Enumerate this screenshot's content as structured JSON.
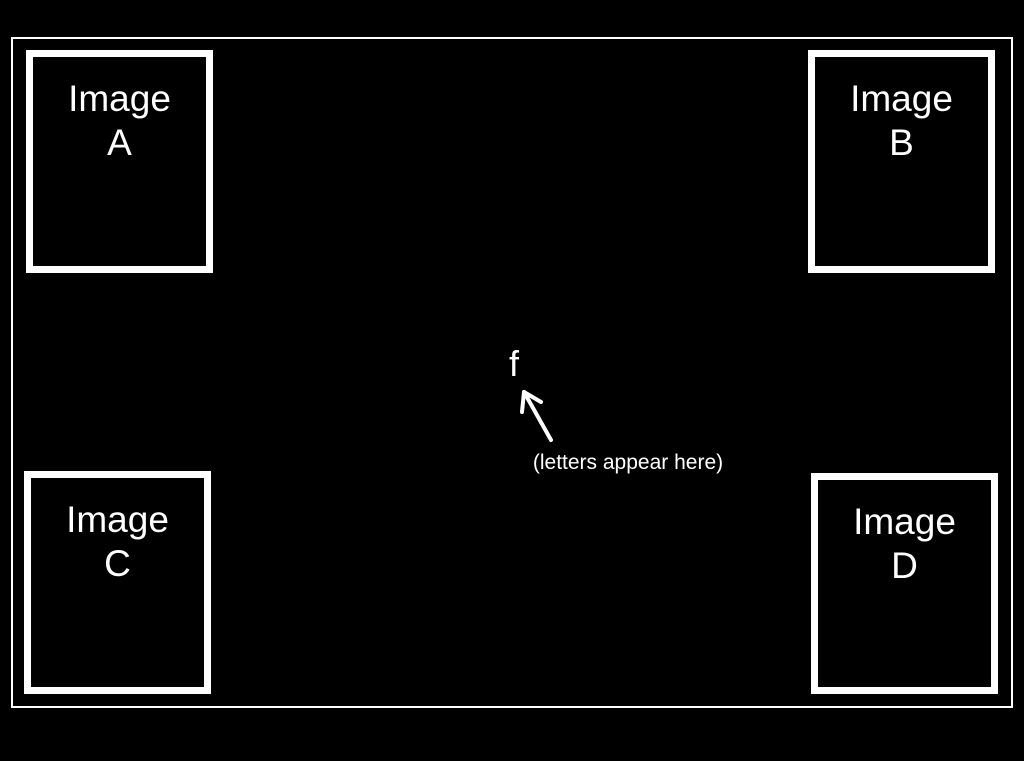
{
  "panels": {
    "a": {
      "line1": "Image",
      "line2": "A"
    },
    "b": {
      "line1": "Image",
      "line2": "B"
    },
    "c": {
      "line1": "Image",
      "line2": "C"
    },
    "d": {
      "line1": "Image",
      "line2": "D"
    }
  },
  "center": {
    "letter": "f",
    "arrow_icon": "arrow-up-left-icon",
    "caption": "(letters appear here)"
  },
  "colors": {
    "background": "#000000",
    "foreground": "#ffffff"
  }
}
